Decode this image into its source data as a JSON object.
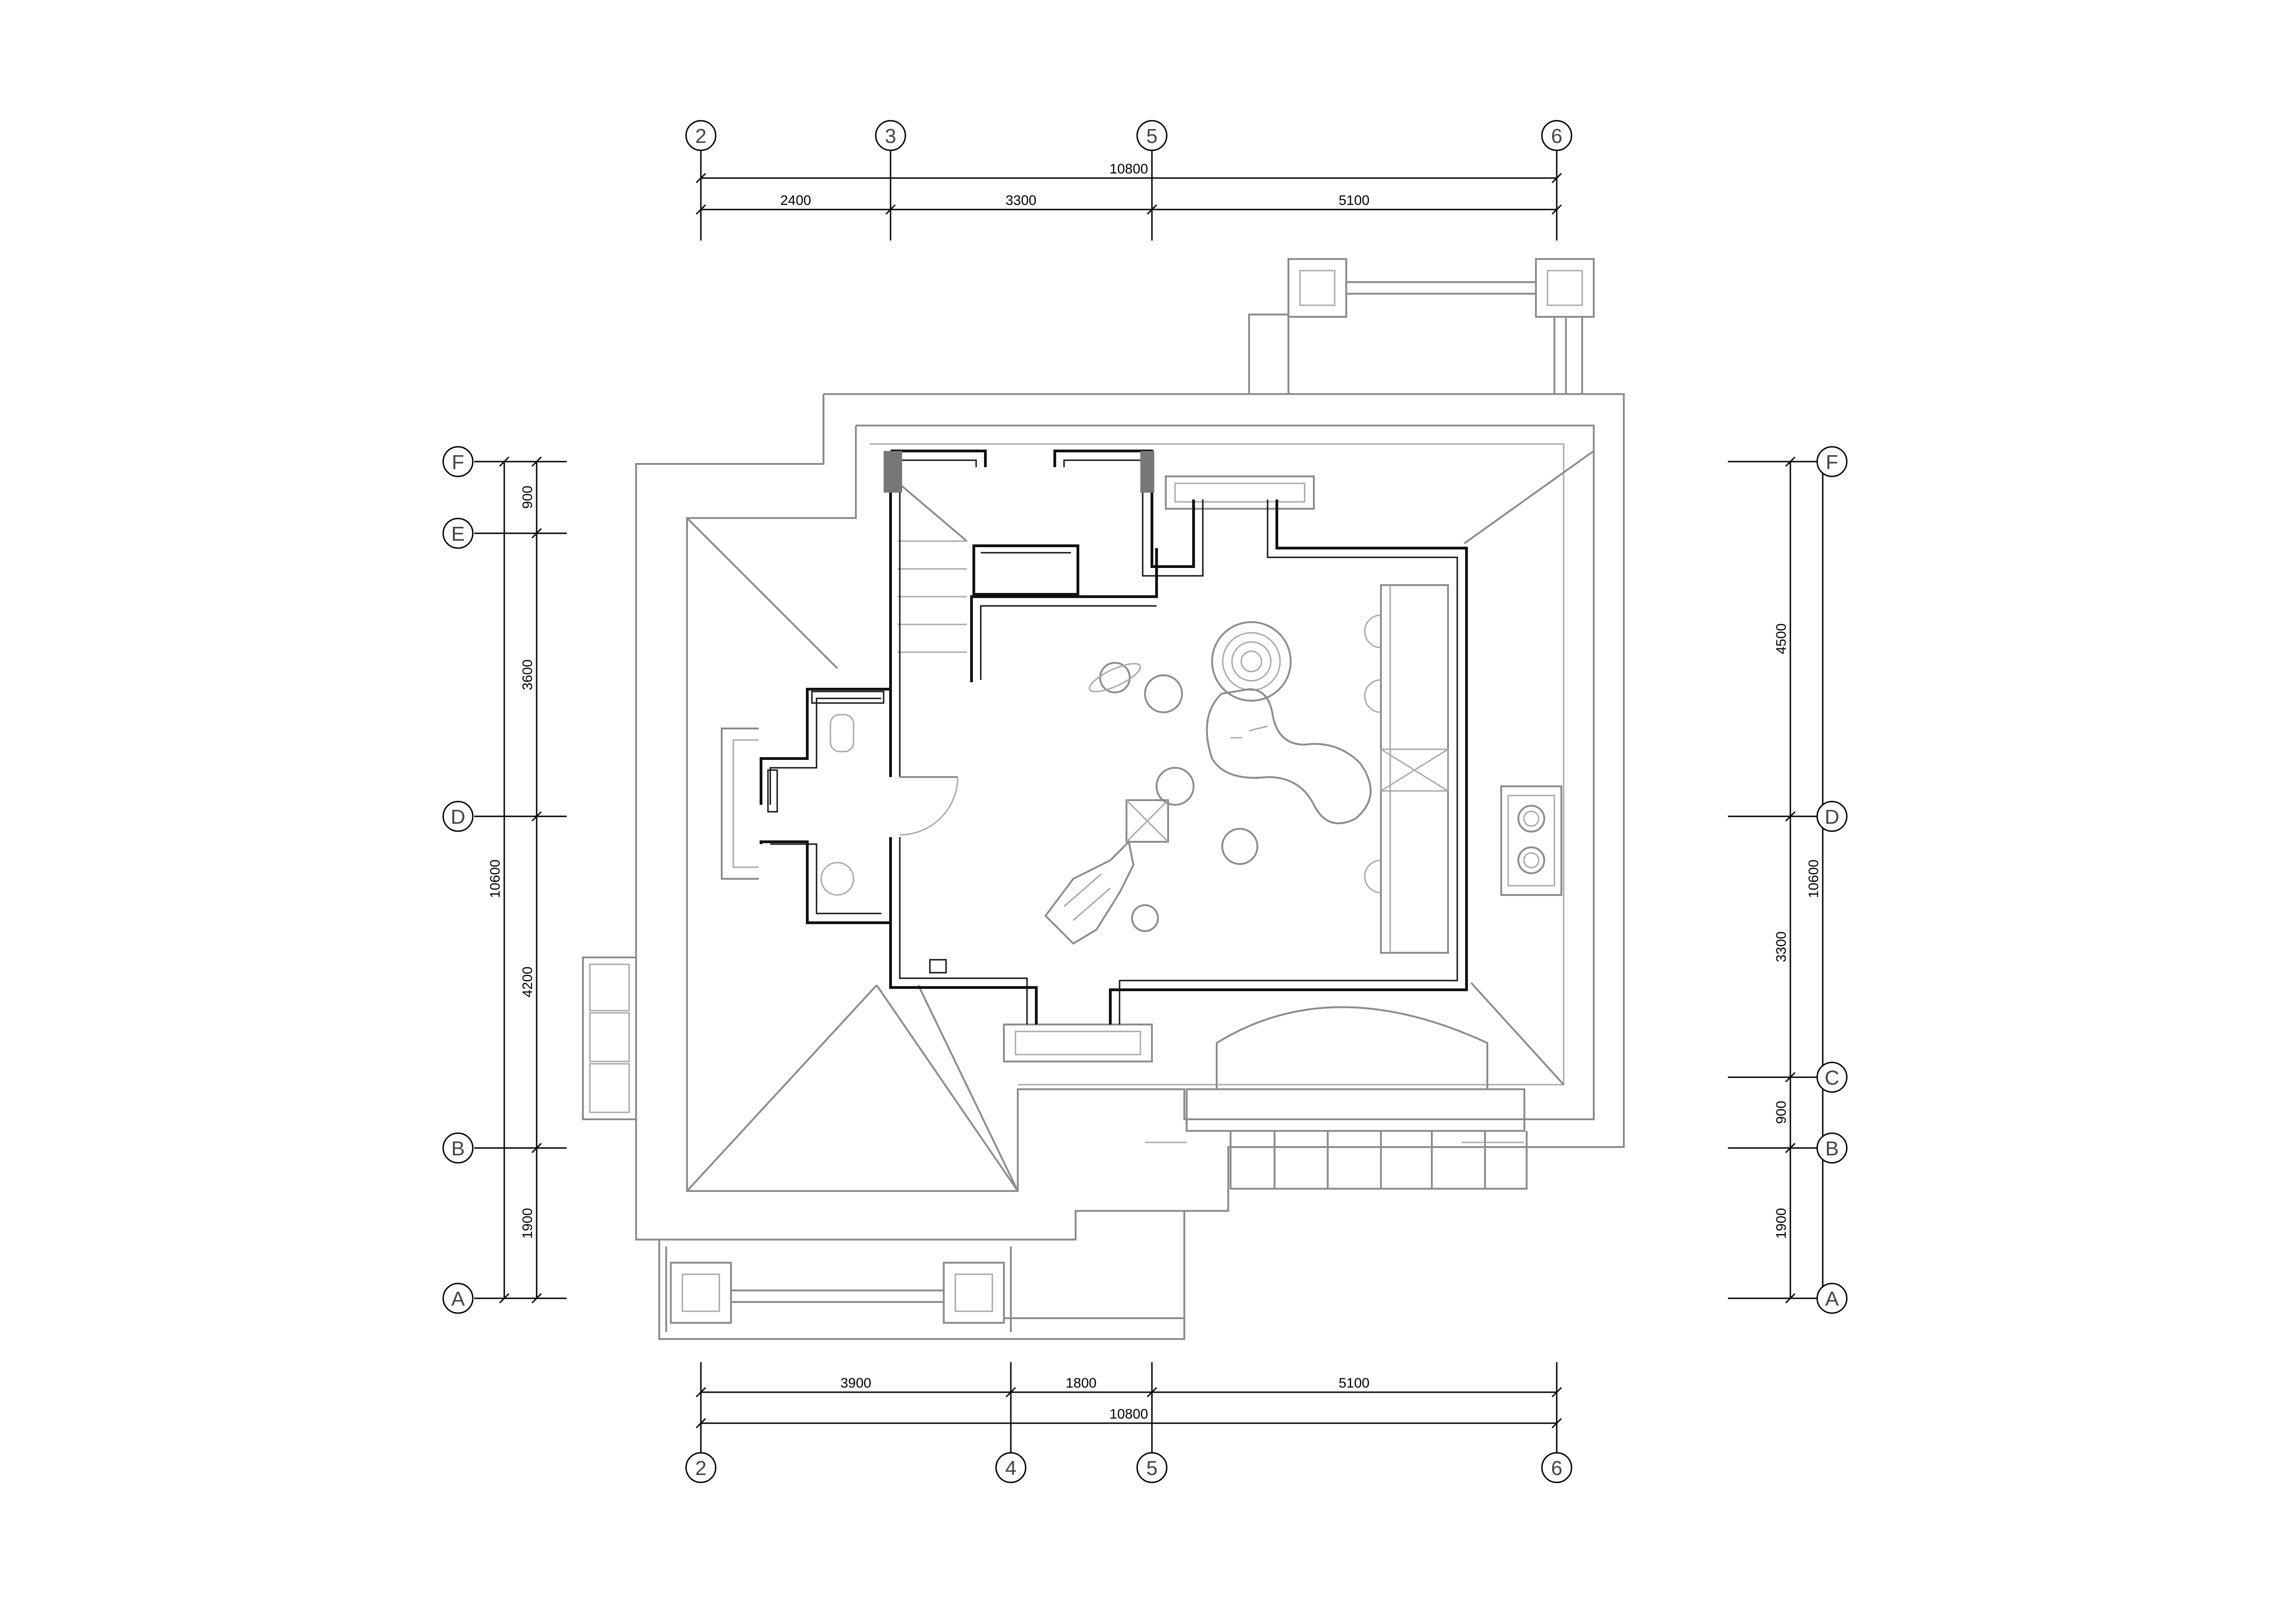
{
  "dimensions": {
    "top_total": "10800",
    "top_segments": [
      "2400",
      "3300",
      "5100"
    ],
    "bottom_segments": [
      "3900",
      "1800",
      "5100"
    ],
    "bottom_total": "10800",
    "left_segments": [
      "900",
      "3600",
      "4200",
      "1900"
    ],
    "left_total": "10600",
    "right_segments": [
      "4500",
      "3300",
      "900",
      "1900"
    ],
    "right_total": "10600"
  },
  "axes": {
    "top": [
      "2",
      "3",
      "5",
      "6"
    ],
    "bottom": [
      "2",
      "4",
      "5",
      "6"
    ],
    "left": [
      "F",
      "E",
      "D",
      "B",
      "A"
    ],
    "right": [
      "F",
      "D",
      "C",
      "B",
      "A"
    ]
  },
  "colors": {
    "wall": "#111111",
    "outline": "#8c8c8c",
    "background": "#ffffff"
  }
}
